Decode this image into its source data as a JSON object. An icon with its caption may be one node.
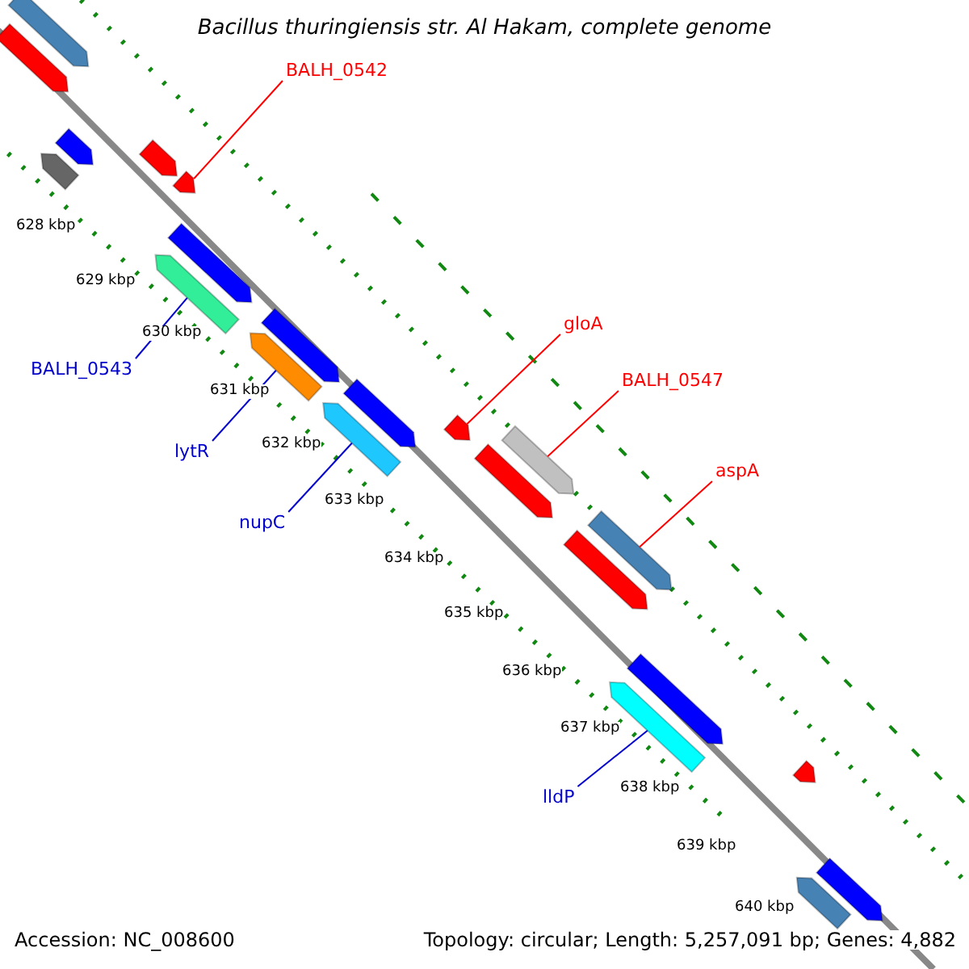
{
  "diagram": {
    "title": "Bacillus thuringiensis str. Al Hakam, complete genome",
    "nodes": [
      {
        "text": [
          "BALH_0542"
        ]
      },
      {
        "text": [
          "gloA"
        ]
      },
      {
        "text": [
          "BALH_0547"
        ]
      },
      {
        "text": [
          "aspA"
        ]
      },
      {
        "text": [
          "BALH_0543"
        ]
      },
      {
        "text": [
          "lytR"
        ]
      },
      {
        "text": [
          "nupC"
        ]
      },
      {
        "text": [
          "lldP"
        ]
      },
      {
        "text": [],
        "shape": "bar"
      },
      {
        "text": [],
        "shape": "bar"
      },
      {
        "text": [],
        "shape": "bar"
      },
      {
        "text": [],
        "shape": "bar"
      },
      {
        "text": [],
        "shape": "bar"
      },
      {
        "text": [],
        "shape": "bar"
      },
      {
        "text": [],
        "shape": "bar"
      },
      {
        "text": [],
        "shape": "bar"
      },
      {
        "text": [],
        "shape": "bar"
      },
      {
        "text": [],
        "shape": "bar"
      },
      {
        "text": [],
        "shape": "bar"
      },
      {
        "text": [],
        "shape": "bar"
      },
      {
        "text": [],
        "shape": "bar"
      },
      {
        "text": [],
        "shape": "bar"
      },
      {
        "text": [],
        "shape": "bar"
      },
      {
        "text": [],
        "shape": "bar"
      },
      {
        "text": [],
        "shape": "bar"
      },
      {
        "text": [],
        "shape": "bar"
      },
      {
        "text": [],
        "shape": "bar"
      },
      {
        "text": [],
        "shape": "bar"
      },
      {
        "text": [],
        "shape": "bar"
      },
      {
        "text": [],
        "shape": "bar"
      }
    ],
    "edges": [
      {
        "from": 0,
        "to": 13,
        "arrow": "none",
        "color": "#ff0000"
      },
      {
        "from": 1,
        "to": 20,
        "arrow": "none",
        "color": "#ff0000"
      },
      {
        "from": 2,
        "to": 22,
        "arrow": "none",
        "color": "#ff0000"
      },
      {
        "from": 3,
        "to": 24,
        "arrow": "none",
        "color": "#ff0000"
      },
      {
        "from": 4,
        "to": 14,
        "arrow": "none",
        "color": "#0000cc"
      },
      {
        "from": 5,
        "to": 16,
        "arrow": "none",
        "color": "#0000cc"
      },
      {
        "from": 6,
        "to": 18,
        "arrow": "none",
        "color": "#0000cc"
      },
      {
        "from": 7,
        "to": 25,
        "arrow": "none",
        "color": "#0000cc"
      }
    ],
    "labels": [
      "628 kbp",
      "629 kbp",
      "630 kbp",
      "631 kbp",
      "632 kbp",
      "633 kbp",
      "634 kbp",
      "635 kbp",
      "636 kbp",
      "637 kbp",
      "638 kbp",
      "639 kbp",
      "640 kbp",
      "Accession: NC_008600",
      "Topology: circular; Length: 5,257,091 bp; Genes: 4,882"
    ]
  }
}
